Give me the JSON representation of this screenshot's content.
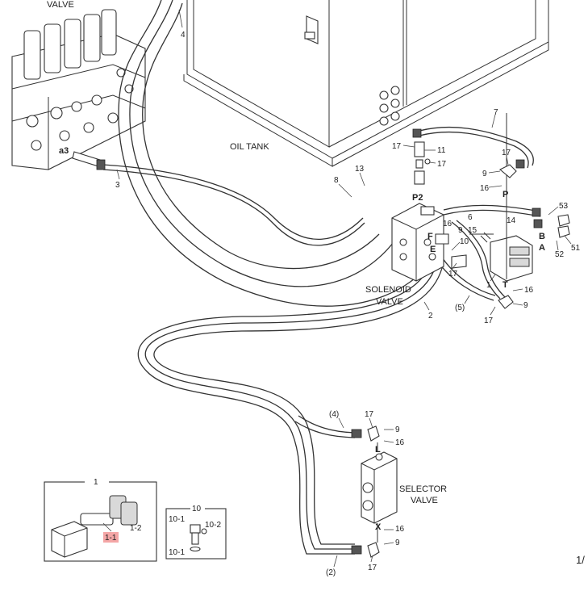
{
  "labels": {
    "valve_top": "VALVE",
    "oil_tank": "OIL TANK",
    "solenoid_1": "SOLENOID",
    "solenoid_2": "VALVE",
    "selector_1": "SELECTOR",
    "selector_2": "VALVE",
    "a3": "a3",
    "p2": "P2",
    "f": "F",
    "e": "E",
    "p": "P",
    "t": "T",
    "b": "B",
    "a": "A",
    "l": "L",
    "x": "X",
    "page_fragment": "1/"
  },
  "callouts": {
    "n4": "4",
    "n3": "3",
    "n7": "7",
    "n17a": "17",
    "n11": "11",
    "n17b": "17",
    "n17c": "17",
    "n9a": "9",
    "n16a": "16",
    "n8": "8",
    "n13": "13",
    "n53": "53",
    "n6": "6",
    "n16b": "16",
    "n9b": "9",
    "n10": "10",
    "n14": "14",
    "n15": "15",
    "n51": "51",
    "n52": "52",
    "n17d": "17",
    "n1": "1",
    "n16c": "16",
    "n9c": "9",
    "n17e": "17",
    "n5p": "(5)",
    "n2": "2",
    "n4p": "(4)",
    "n17f": "17",
    "n9d": "9",
    "n16d": "16",
    "n16e": "16",
    "n9e": "9",
    "n17g": "17",
    "n2p": "(2)"
  },
  "inset1": {
    "title": "1",
    "sub2": "1-2",
    "sub1": "1-1"
  },
  "inset10": {
    "title": "10",
    "a": "10-1",
    "b": "10-2",
    "c": "10-1"
  },
  "colors": {
    "highlight": "#f4a6a6",
    "line": "#333333"
  }
}
